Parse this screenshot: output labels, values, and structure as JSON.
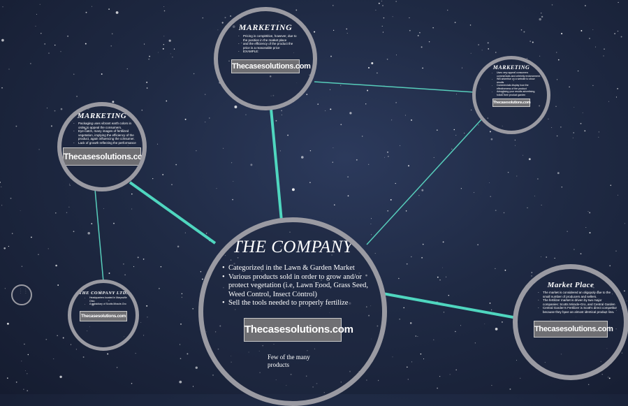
{
  "colors": {
    "background": "#1f2a44",
    "node_border": "#9a9aa2",
    "link_major": "#4fd6bf",
    "link_minor": "#57cdbb",
    "badge_fill": "#6f6f73"
  },
  "company": {
    "title": "THE COMPANY",
    "bullets": [
      "Categorized in the Lawn & Garden Market",
      "Various products sold in order to grow and/or protect vegetation (i.e, Lawn Food, Grass Seed, Weed Control, Insect Control)",
      "Sell the tools needed to properly fertilize"
    ],
    "badge": "Thecasesolutions.com",
    "footnote": "Few of the many products"
  },
  "marketing_top": {
    "title": "MARKETING",
    "bullets": [
      "Pricing is competitive, however, due to the position in the market place",
      "and the efficiency of the product the price is a reasonable price",
      "EXAMPLE:"
    ],
    "badge": "Thecasesolutions.com"
  },
  "marketing_left": {
    "title": "MARKETING",
    "bullets": [
      "Packaging uses vibrant earth colors in order to appeal the consumers.",
      "Eye-catch, many images of fertilized vegetation, implying the efficiency of the product, again influencing the consumer.",
      "Lack of growth reflecting the performance"
    ],
    "badge": "Thecasesolutions.com"
  },
  "marketing_right": {
    "title": "MARKETING",
    "bullets": [
      "Uses very appeal consumers commercials and celebrity endorsement.",
      "Will advertise on a website to show results",
      "Commercials display how the effectiveness of the product",
      "Advertising your results advertising, follow their product garden"
    ],
    "badge": "Thecasesolutions.com"
  },
  "company_ltd": {
    "title": "THE COMPANY LTD.",
    "bullets": [
      "Headquarters located in Marysville Ohio",
      "A subsidiary of Scotts Miracle-Gro"
    ],
    "badge": "Thecasesolutions.com"
  },
  "market_place": {
    "title": "Market Place",
    "bullets": [
      "The market is considered an oligopoly due to the small number of producers and sellers.",
      "The fertilizer market is driven by two major companies: Scotts Miracle-Gro, and Central Garden",
      "Central Garden's Fertilizer is Scott's direct competitor because they have an almost identical product line"
    ],
    "badge": "Thecasesolutions.com"
  },
  "tiny_node": {
    "bullets": [
      "...",
      "...",
      "..."
    ]
  }
}
